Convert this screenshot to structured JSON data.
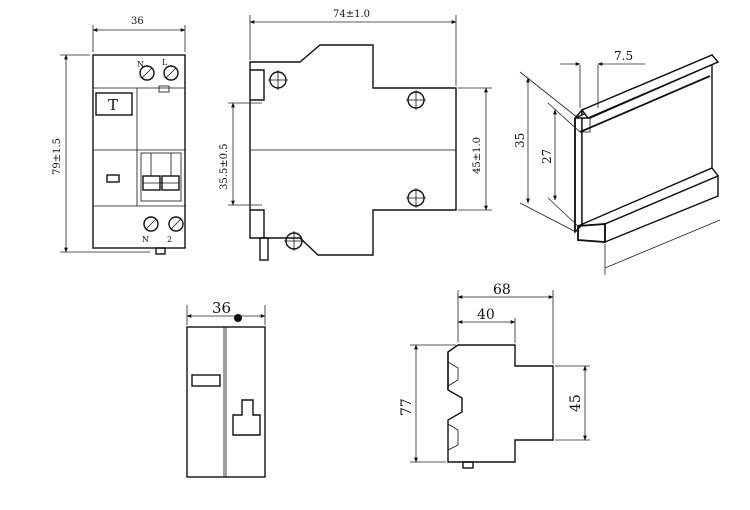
{
  "diagram": {
    "front_view": {
      "width_dim": "36",
      "height_dim": "79±1.5",
      "test_button_label": "T",
      "top_terminals": [
        "N",
        "L"
      ],
      "bottom_terminals": [
        "N",
        "2"
      ]
    },
    "side_view": {
      "width_dim": "74±1.0",
      "left_height_dim": "35.5±0.5",
      "right_height_dim": "45±1.0"
    },
    "din_rail": {
      "flange_dim": "7.5",
      "outer_height_dim": "35",
      "inner_height_dim": "27"
    },
    "bottom_front_view": {
      "width_dim": "36"
    },
    "bottom_side_view": {
      "total_width_dim": "68",
      "front_width_dim": "40",
      "height_dim": "77",
      "right_height_dim": "45"
    }
  }
}
